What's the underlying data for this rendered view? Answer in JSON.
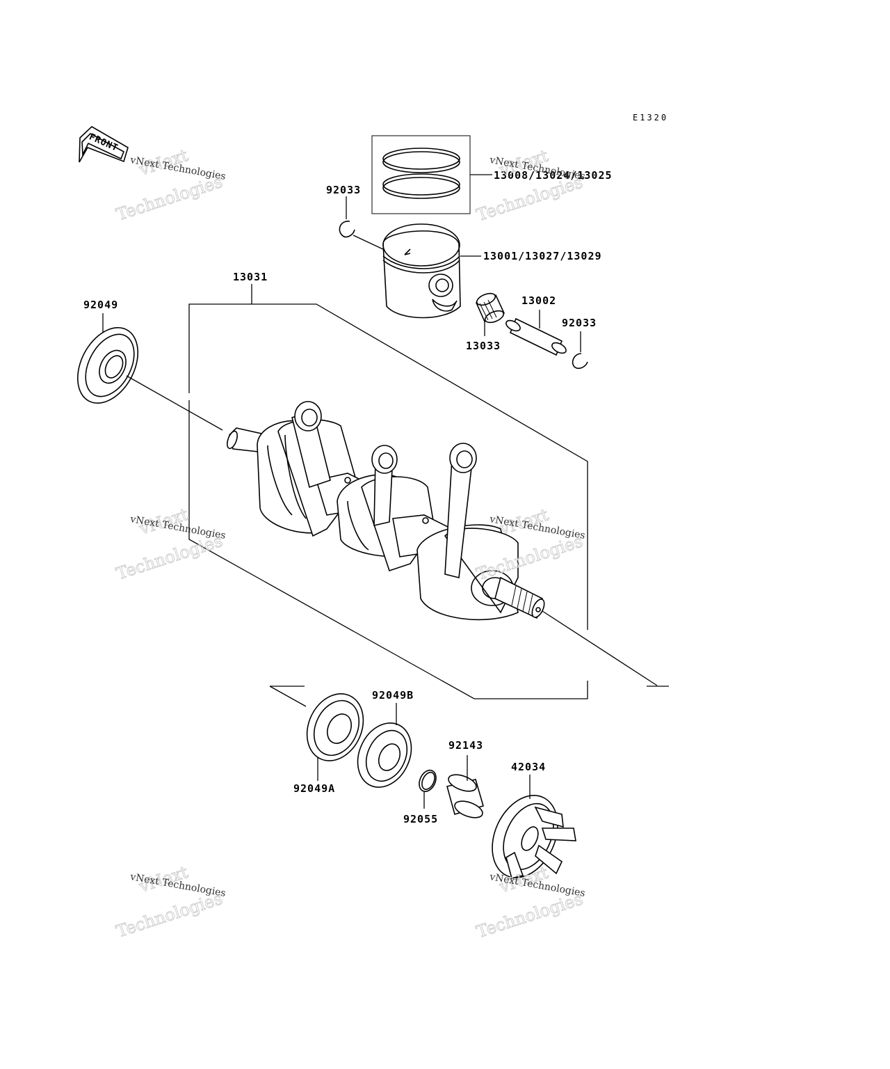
{
  "diagram_code": "E1320",
  "front_label": "FRONT",
  "watermark": {
    "brand": "vNext Technologies",
    "outline_line1": "vNext",
    "outline_line2": "Technologies"
  },
  "parts": {
    "ring_set": "13008/13024/13025",
    "piston": "13001/13027/13029",
    "clip_left": "92033",
    "clip_right": "92033",
    "crankshaft": "13031",
    "seal_left": "92049",
    "pin": "13002",
    "needle_bearing": "13033",
    "seal_a": "92049A",
    "seal_b": "92049B",
    "o_ring": "92055",
    "collar": "92143",
    "coupling": "42034"
  }
}
